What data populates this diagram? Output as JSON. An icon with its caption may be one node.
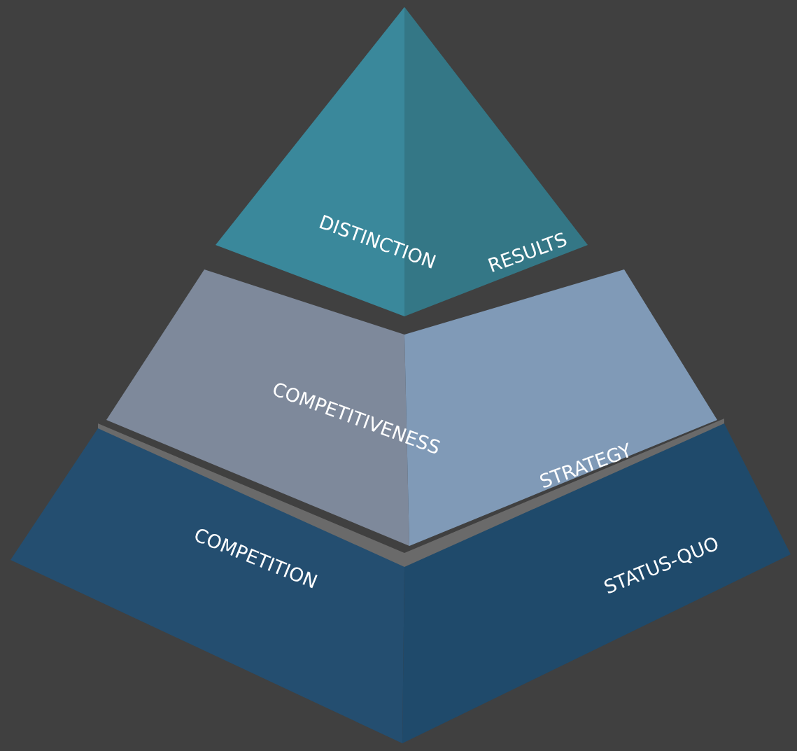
{
  "diagram": {
    "nodes": [
      {
        "text": [
          "DISTINCTION"
        ]
      },
      {
        "text": [
          "RESULTS"
        ]
      },
      {
        "text": [
          "COMPETITIVENESS"
        ]
      },
      {
        "text": [
          "STRATEGY"
        ]
      },
      {
        "text": [
          "COMPETITION"
        ]
      },
      {
        "text": [
          "STATUS-QUO"
        ]
      }
    ]
  }
}
